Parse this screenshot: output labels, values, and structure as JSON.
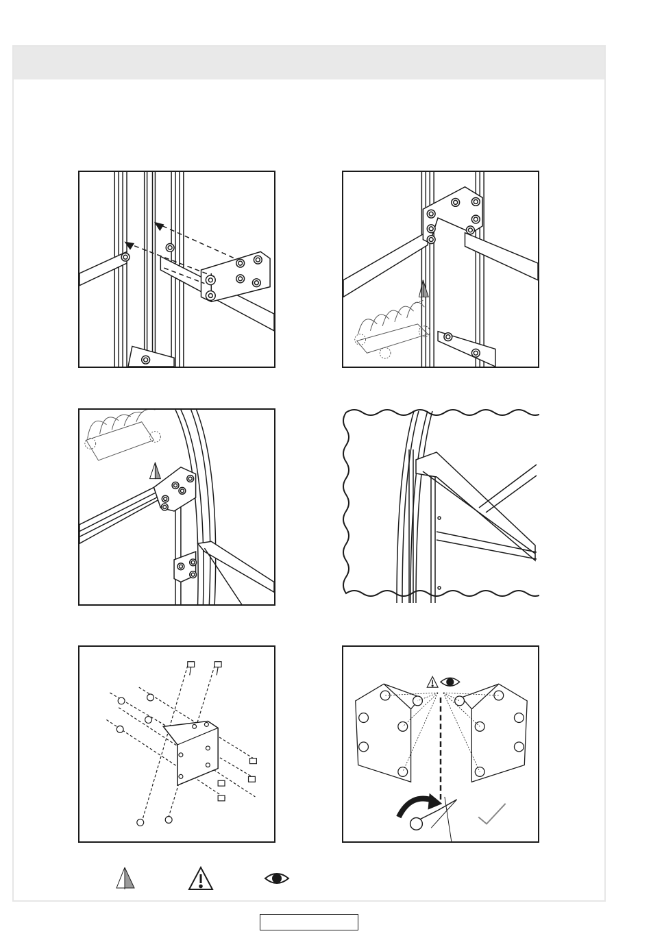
{
  "document": {
    "title": "",
    "page_number": ""
  },
  "panels": [
    {
      "id": 1,
      "content": "bracket-insert-diagram"
    },
    {
      "id": 2,
      "content": "bracket-mounted-diagram"
    },
    {
      "id": 3,
      "content": "arch-bracket-diagram"
    },
    {
      "id": 4,
      "content": "arch-detail-diagram"
    },
    {
      "id": 5,
      "content": "exploded-bolt-diagram"
    },
    {
      "id": 6,
      "content": "tighten-check-diagram"
    }
  ],
  "legend": {
    "icons": [
      "mirror-symmetry-icon",
      "warning-icon",
      "eye-icon"
    ]
  },
  "colors": {
    "line": "#1a1a1a",
    "header": "#e9e9e9",
    "sheet_border": "#e6e6e6",
    "check": "#888888"
  }
}
